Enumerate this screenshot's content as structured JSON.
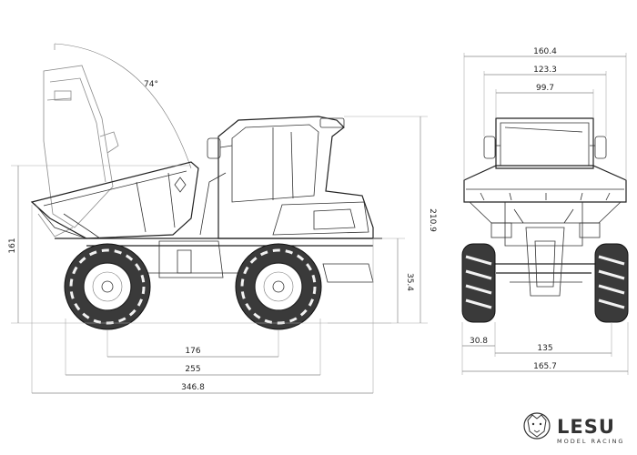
{
  "side_view": {
    "dump_angle": "74°",
    "height_total": "210.9",
    "height_bed": "161",
    "ground_clearance": "35.4",
    "wheelbase": "176",
    "track_width_side": "255",
    "overall_length": "346.8"
  },
  "front_view": {
    "overall_width": "160.4",
    "mirror_width": "123.3",
    "cab_width": "99.7",
    "tire_width": "30.8",
    "axle_track": "135",
    "axle_width": "165.7"
  },
  "logo": {
    "brand": "LESU",
    "tagline": "MODEL RACING"
  }
}
